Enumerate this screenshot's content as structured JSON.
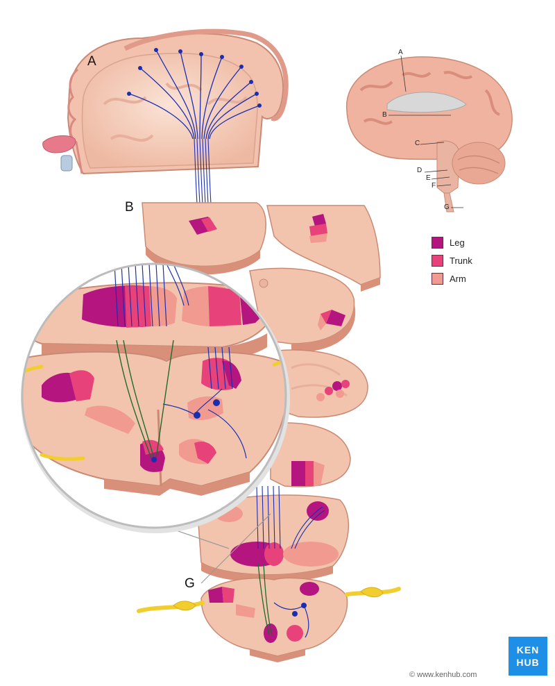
{
  "labels": {
    "main_a": "A",
    "main_b": "B",
    "main_g": "G"
  },
  "inset": {
    "labels": [
      "A",
      "B",
      "C",
      "D",
      "E",
      "F",
      "G"
    ]
  },
  "legend": [
    {
      "label": "Leg",
      "color": "#b5157f"
    },
    {
      "label": "Trunk",
      "color": "#e8427a"
    },
    {
      "label": "Arm",
      "color": "#f19a90"
    }
  ],
  "copyright": "© www.kenhub.com",
  "brand": {
    "line1": "KEN",
    "line2": "HUB"
  },
  "colors": {
    "tissue": "#f5d2bf",
    "tissue_dark": "#e4a98f",
    "tissue_edge": "#c98a74",
    "fiber_blue": "#1a2fb0",
    "fiber_green": "#1d6b2c",
    "nerve_yellow": "#f2cd2e"
  }
}
